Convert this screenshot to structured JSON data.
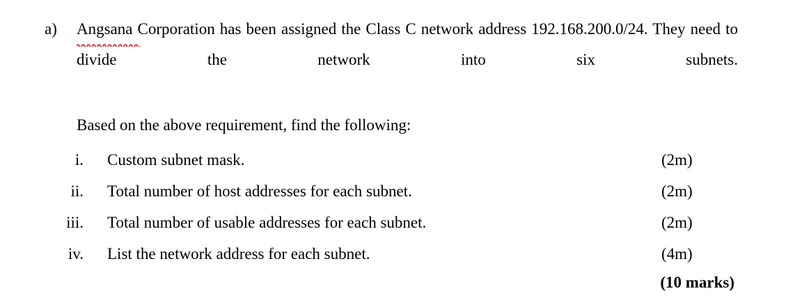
{
  "document": {
    "background_color": "#ffffff",
    "text_color": "#000000",
    "spellcheck_color": "#e01b1b"
  },
  "question": {
    "marker": "a)",
    "paragraph_1_before_misspelling": "",
    "misspelled_word": "Angsana",
    "paragraph_1_after_misspelling": " Corporation has been assigned the Class C network address 192.168.200.0/24. They need to divide the network into six subnets.",
    "intro_line": "Based on the above requirement, find the following:",
    "network_address": "192.168.200.0/24",
    "subnet_count": "six"
  },
  "sub_questions": [
    {
      "numeral": "i.",
      "text": "Custom subnet mask.",
      "marks": "(2m)"
    },
    {
      "numeral": "ii.",
      "text": "Total number of host addresses for each subnet.",
      "marks": "(2m)"
    },
    {
      "numeral": "iii.",
      "text": "Total number of usable addresses for each subnet.",
      "marks": "(2m)"
    },
    {
      "numeral": "iv.",
      "text": "List the network address for each subnet.",
      "marks": "(4m)"
    }
  ],
  "total_marks": "(10 marks)"
}
